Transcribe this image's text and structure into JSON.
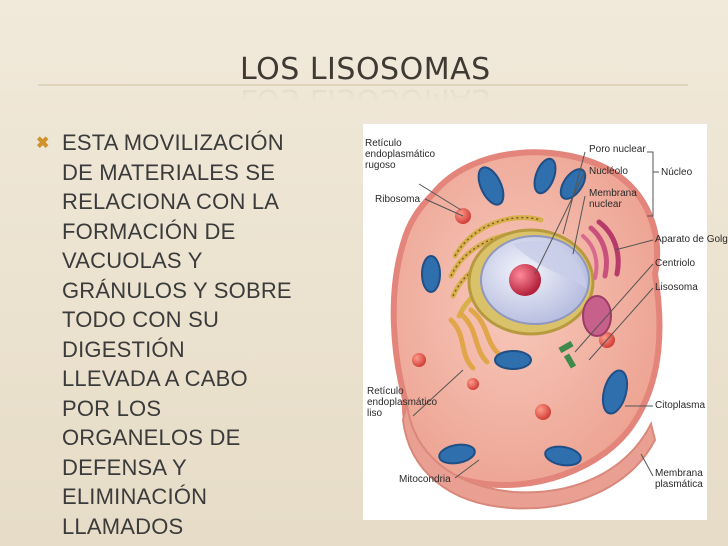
{
  "slide": {
    "title": "LOS LISOSOMAS",
    "bullet_lines": [
      "ESTA MOVILIZACIÓN",
      "DE MATERIALES SE",
      "RELACIONA CON LA",
      "FORMACIÓN DE",
      "VACUOLAS Y",
      "GRÁNULOS Y SOBRE",
      "TODO CON SU",
      "DIGESTIÓN",
      "LLEVADA A CABO",
      "POR LOS",
      "ORGANELOS DE",
      "DEFENSA  Y",
      "ELIMINACIÓN",
      "LLAMADOS"
    ]
  },
  "diagram": {
    "labels": {
      "reticulo_rugoso": [
        "Retículo",
        "endoplasmático",
        "rugoso"
      ],
      "ribosoma": "Ribosoma",
      "poro_nuclear": "Poro nuclear",
      "nucleolo": "Nucléolo",
      "membrana_nuclear": [
        "Membrana",
        "nuclear"
      ],
      "nucleo": "Núcleo",
      "aparato_golgi": "Aparato de Golgi",
      "centriolo": "Centriolo",
      "lisosoma": "Lisosoma",
      "reticulo_liso": [
        "Retículo",
        "endoplasmático",
        "liso"
      ],
      "citoplasma": "Citoplasma",
      "mitocondria": "Mitocondria",
      "membrana_plasmatica": [
        "Membrana",
        "plasmática"
      ]
    }
  },
  "colors": {
    "background": "#ede4d2",
    "title": "#3f3a33",
    "bullet": "#d0922a",
    "text": "#3b3b3b",
    "cytoplasm": "#f3b6a7",
    "mitochondria": "#2f6fae"
  }
}
